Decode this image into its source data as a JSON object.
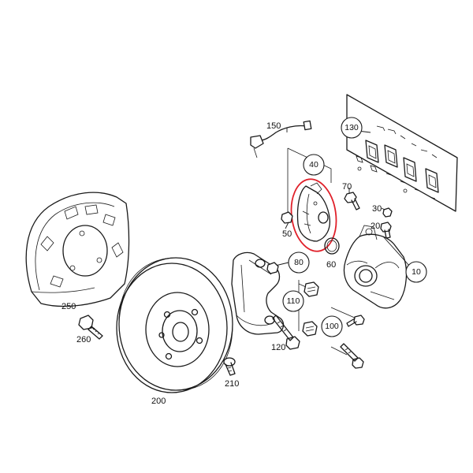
{
  "labels": {
    "p10": "10",
    "p20": "20",
    "p30": "30",
    "p40": "40",
    "p50": "50",
    "p60": "60",
    "p70": "70",
    "p80": "80",
    "p100": "100",
    "p110": "110",
    "p120": "120",
    "p130": "130",
    "p150": "150",
    "p200": "200",
    "p210": "210",
    "p250": "250",
    "p260": "260"
  },
  "colors": {
    "line": "#1a1a1a",
    "highlight": "#e0202a",
    "background": "#ffffff"
  }
}
